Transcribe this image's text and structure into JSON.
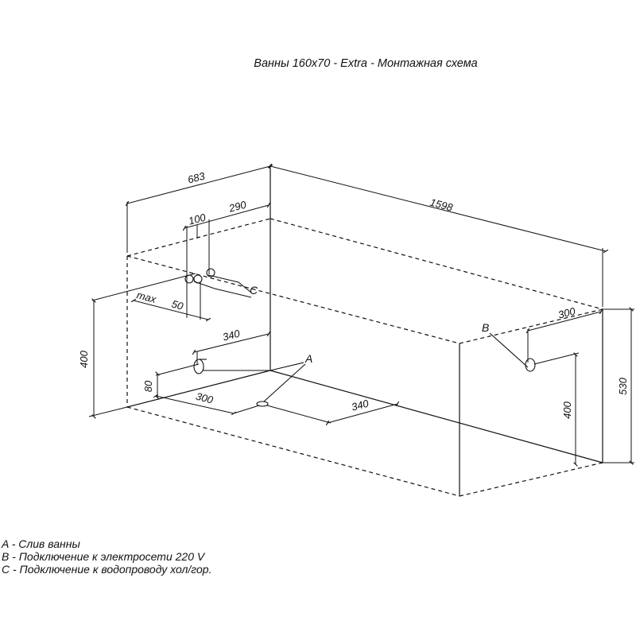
{
  "title": "Ванны 160x70 - Extra - Монтажная схема",
  "dimensions": {
    "width_683": "683",
    "length_1598": "1598",
    "d100": "100",
    "d290": "290",
    "max": "max",
    "d50": "50",
    "d340_top": "340",
    "d400_left": "400",
    "d80": "80",
    "d300_bottom": "300",
    "d340_bottom": "340",
    "d300_right": "300",
    "d400_right": "400",
    "d530": "530"
  },
  "labels": {
    "a": "A",
    "b": "B",
    "c": "C"
  },
  "legend": [
    "A - Слив ванны",
    "B - Подключение к электросети 220 V",
    "C - Подключение к водопроводу хол/гор."
  ],
  "icons": {
    "drain": "drain-outlet-icon",
    "power": "power-outlet-icon",
    "water": "water-pipe-icon"
  }
}
